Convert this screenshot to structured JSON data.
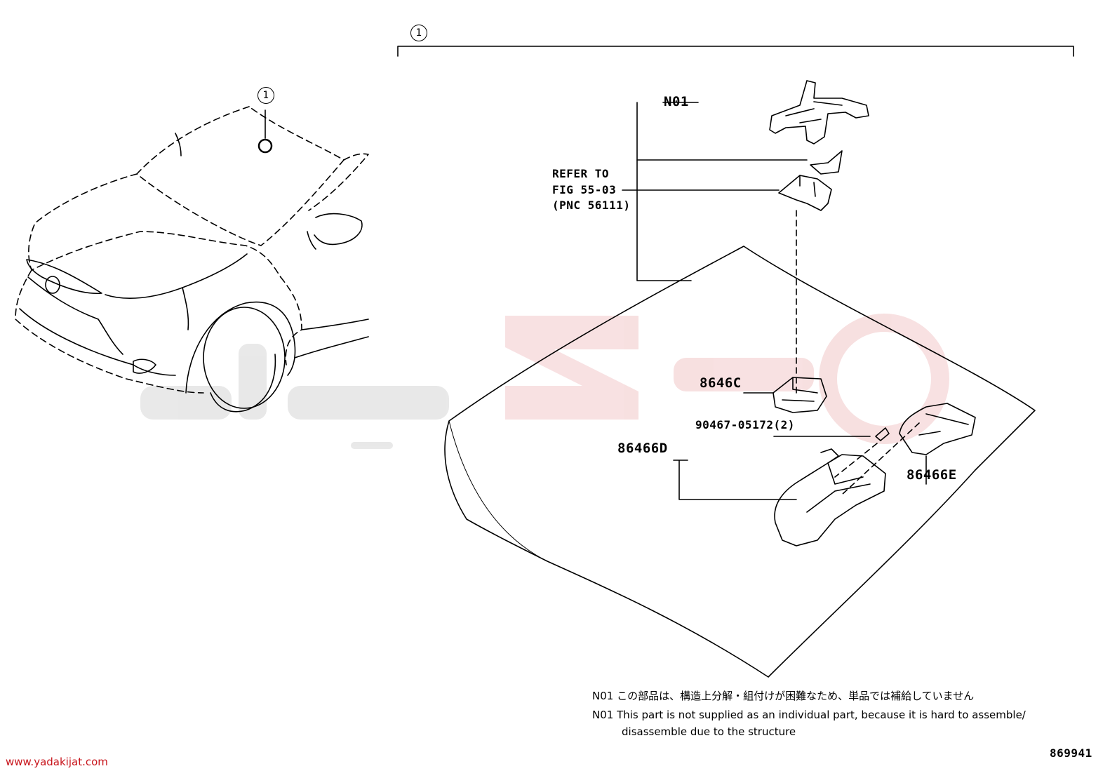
{
  "diagram": {
    "ref_marker": "1",
    "callouts": {
      "n01": "N01",
      "refer_line1": "REFER TO",
      "refer_line2": "FIG 55-03",
      "refer_line3": "(PNC 56111)",
      "part_8646c": "8646C",
      "part_90467": "90467-05172(2)",
      "part_86466d": "86466D",
      "part_86466e": "86466E"
    },
    "notes": {
      "jp": "N01 この部品は、構造上分解・組付けが困難なため、単品では補給していません",
      "en_line1": "N01 This part is not supplied as an individual part, because it is hard to assemble/",
      "en_line2": "disassemble due to the structure"
    },
    "figure_number": "869941",
    "watermark_url": "www.yadakijat.com",
    "colors": {
      "line": "#000000",
      "watermark": "#c8161d",
      "watermark_gray": "#bdbdbd"
    }
  }
}
